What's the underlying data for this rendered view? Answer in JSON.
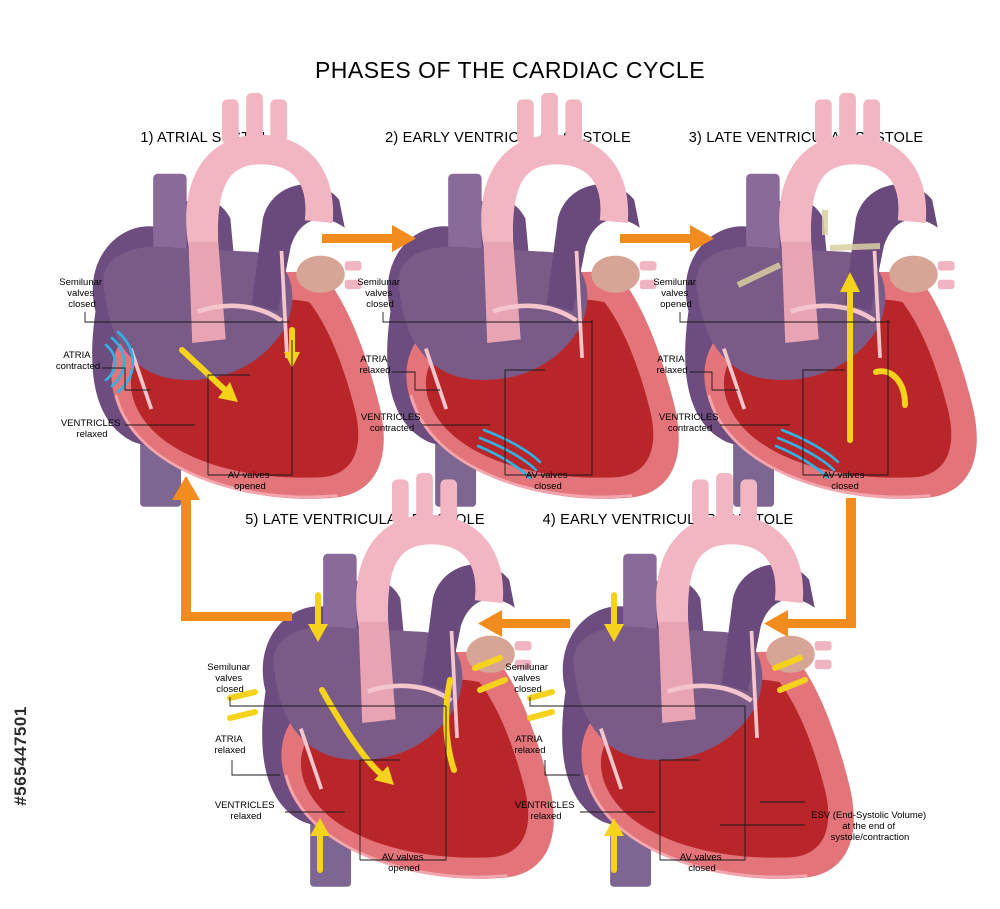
{
  "title": "PHASES OF THE CARDIAC CYCLE",
  "stock_id": "#565447501",
  "colors": {
    "flow_arrow": "#f28c1e",
    "blood_flow": "#f5d21b",
    "contraction": "#2fb3e6",
    "ventricle_muscle": "#b8262a",
    "aorta": "#f2b6c2",
    "atria": "#7a5a87"
  },
  "phases": [
    {
      "title": "1) ATRIAL SYSTOLE",
      "labels": {
        "semilunar": [
          "Semilunar",
          "valves",
          "closed"
        ],
        "atria": [
          "ATRIA",
          "contracted"
        ],
        "ventricles": [
          "VENTRICLES",
          "relaxed"
        ],
        "av": [
          "AV valves",
          "opened"
        ]
      }
    },
    {
      "title": "2) EARLY VENTRICULAR SYSTOLE",
      "labels": {
        "semilunar": [
          "Semilunar",
          "valves",
          "closed"
        ],
        "atria": [
          "ATRIA",
          "relaxed"
        ],
        "ventricles": [
          "VENTRICLES",
          "contracted"
        ],
        "av": [
          "AV valves",
          "closed"
        ]
      }
    },
    {
      "title": "3) LATE VENTRICULAR SYSTOLE",
      "labels": {
        "semilunar": [
          "Semilunar",
          "valves",
          "opened"
        ],
        "atria": [
          "ATRIA",
          "relaxed"
        ],
        "ventricles": [
          "VENTRICLES",
          "contracted"
        ],
        "av": [
          "AV valves",
          "closed"
        ]
      }
    },
    {
      "title": "4) EARLY VENTRICULAR DIASTOLE",
      "labels": {
        "semilunar": [
          "Semilunar",
          "valves",
          "closed"
        ],
        "atria": [
          "ATRIA",
          "relaxed"
        ],
        "ventricles": [
          "VENTRICLES",
          "relaxed"
        ],
        "av": [
          "AV valves",
          "closed"
        ],
        "esv": [
          "ESV (End-Systolic Volume)",
          "at the end of",
          "systole/contraction"
        ]
      }
    },
    {
      "title": "5) LATE VENTRICULAR DIASTOLE",
      "labels": {
        "semilunar": [
          "Semilunar",
          "valves",
          "closed"
        ],
        "atria": [
          "ATRIA",
          "relaxed"
        ],
        "ventricles": [
          "VENTRICLES",
          "relaxed"
        ],
        "av": [
          "AV valves",
          "opened"
        ]
      }
    }
  ]
}
